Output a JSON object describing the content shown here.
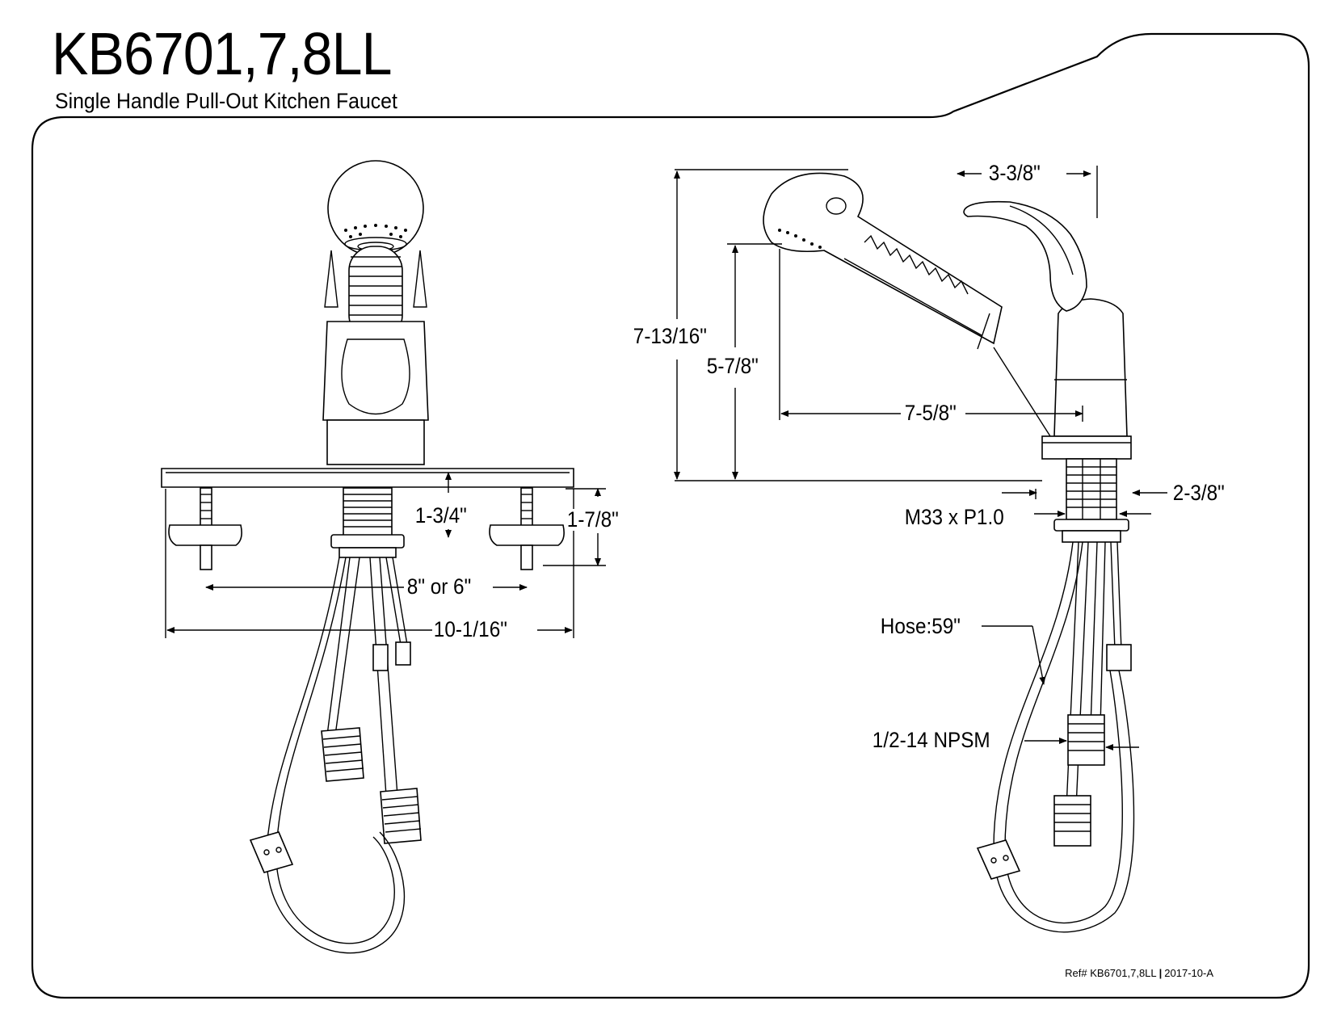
{
  "header": {
    "model": "KB6701,7,8LL",
    "description": "Single Handle Pull-Out Kitchen Faucet"
  },
  "front_view": {
    "dims": {
      "shank_height": "1-3/4\"",
      "overall_below_deck": "1-7/8\"",
      "mount_spread": "8\" or 6\"",
      "plate_width": "10-1/16\""
    }
  },
  "side_view": {
    "dims": {
      "handle_reach": "3-3/8\"",
      "overall_height": "7-13/16\"",
      "spout_height": "5-7/8\"",
      "spout_reach": "7-5/8\"",
      "thread": "M33 x P1.0",
      "base_diameter": "2-3/8\"",
      "hose_length": "Hose:59\"",
      "connection": "1/2-14 NPSM"
    }
  },
  "footer": {
    "ref_label": "Ref# KB6701,7,8LL",
    "revision": "2017-10-A"
  }
}
